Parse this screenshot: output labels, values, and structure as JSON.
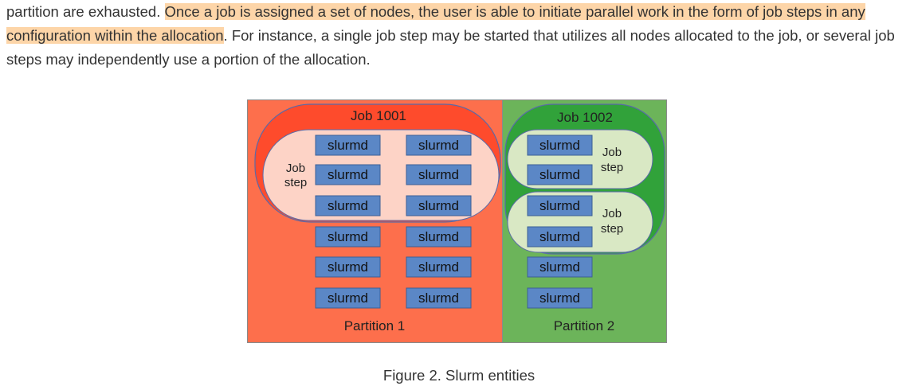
{
  "paragraph": {
    "before": "partition are exhausted. ",
    "highlight": "Once a job is assigned a set of nodes, the user is able to initiate parallel work in the form of job steps in any configuration within the allocation",
    "after": ". For instance, a single job step may be started that utilizes all nodes allocated to the job, or several job steps may independently use a portion of the allocation."
  },
  "figure": {
    "caption": "Figure 2. Slurm entities",
    "partition1": {
      "label": "Partition 1",
      "job": "Job 1001",
      "step": [
        "Job",
        "step"
      ]
    },
    "partition2": {
      "label": "Partition 2",
      "job": "Job 1002",
      "step1": [
        "Job",
        "step"
      ],
      "step2": [
        "Job",
        "step"
      ]
    },
    "node_label": "slurmd",
    "colors": {
      "partition1": "#fd6f4c",
      "partition2": "#6cb45a",
      "job1": "#fe4b2c",
      "job2": "#31a23a",
      "step1": "#fdd3c6",
      "step2": "#d9e8c4",
      "node": "#5b87c6"
    }
  }
}
